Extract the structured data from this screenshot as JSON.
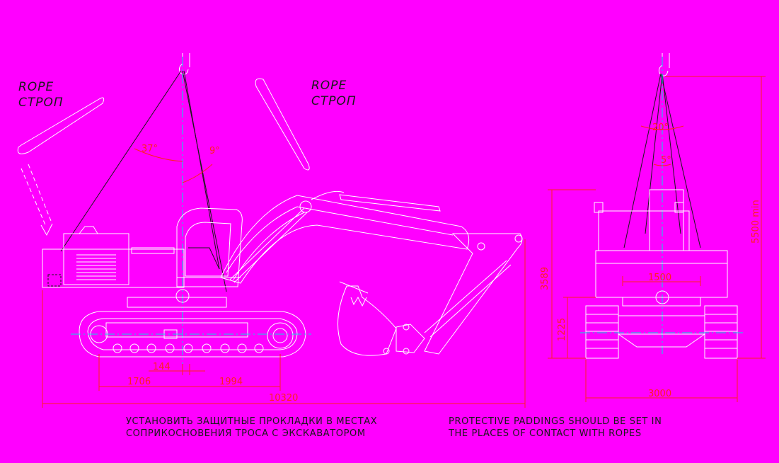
{
  "labels": {
    "rope_left_en": "ROPE",
    "rope_left_ru": "СТРОП",
    "rope_right_en": "ROPE",
    "rope_right_ru": "СТРОП"
  },
  "angles": {
    "side_main": "37°",
    "side_small": "9°",
    "front_main": "20°",
    "front_small": "5°"
  },
  "dimensions": {
    "track_offset": "144",
    "front_to_center": "1706",
    "center_to_rear": "1994",
    "overall_length": "10320",
    "overall_height": "3589",
    "clearance_height": "1225",
    "min_hook_height": "5500 min",
    "upper_width": "1500",
    "track_width": "3000"
  },
  "notes": {
    "ru_line1": "УСТАНОВИТЬ ЗАЩИТНЫЕ ПРОКЛАДКИ В МЕСТАХ",
    "ru_line2": "СОПРИКОСНОВЕНИЯ ТРОСА С ЭКСКАВАТОРОМ",
    "en_line1": "PROTECTIVE PADDINGS SHOULD BE SET IN",
    "en_line2": "THE PLACES OF CONTACT WITH ROPES"
  },
  "colors": {
    "background": "#ff00ff",
    "outline": "#ffffff",
    "ink": "#1a1a1a",
    "dimension": "#ff2020",
    "centerline": "#00e0e0"
  }
}
